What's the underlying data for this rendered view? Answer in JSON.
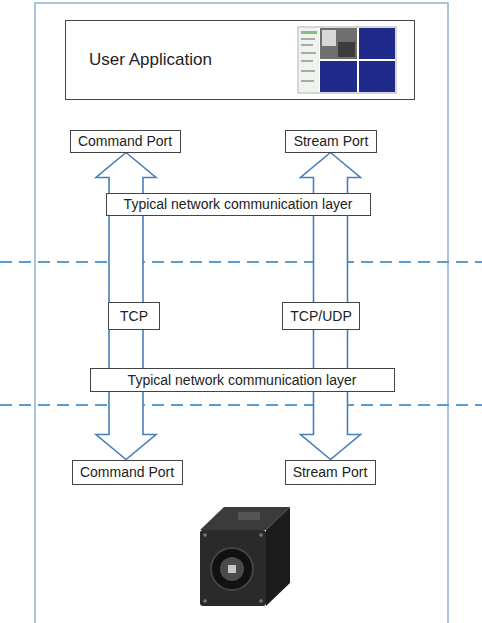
{
  "diagram": {
    "nodes": [
      {
        "text": [
          "User Application"
        ]
      },
      {
        "text": [
          "Command Port"
        ]
      },
      {
        "text": [
          "Stream Port"
        ]
      },
      {
        "text": [
          "Typical network communication layer"
        ]
      },
      {
        "text": [
          "TCP"
        ]
      },
      {
        "text": [
          "TCP/UDP"
        ]
      },
      {
        "text": [
          "Typical network communication layer"
        ]
      },
      {
        "text": [
          "Command Port"
        ]
      },
      {
        "text": [
          "Stream Port"
        ]
      }
    ],
    "edges": [
      {
        "from": 1,
        "to": 7,
        "arrow": "both"
      },
      {
        "from": 2,
        "to": 8,
        "arrow": "both"
      }
    ]
  }
}
